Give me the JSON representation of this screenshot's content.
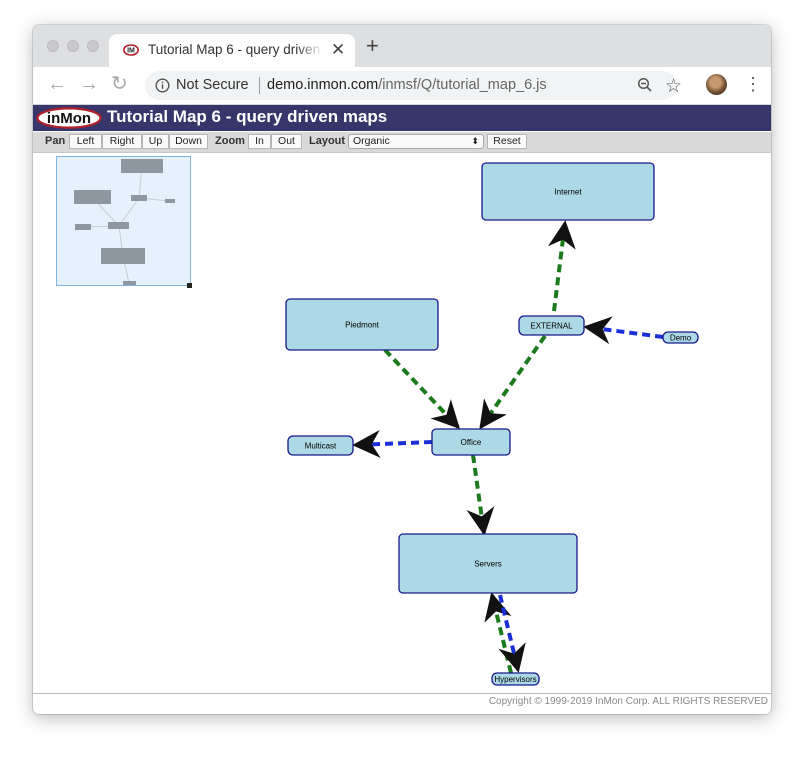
{
  "browser": {
    "tab_title": "Tutorial Map 6 - query driven maps",
    "security_label": "Not Secure",
    "url_host": "demo.inmon.com",
    "url_path": "/inmsf/Q/tutorial_map_6.js"
  },
  "header": {
    "logo_text": "inMon",
    "title": "Tutorial Map 6 - query driven maps"
  },
  "controls": {
    "pan_label": "Pan",
    "left": "Left",
    "right": "Right",
    "up": "Up",
    "down": "Down",
    "zoom_label": "Zoom",
    "zoom_in": "In",
    "zoom_out": "Out",
    "layout_label": "Layout",
    "layout_value": "Organic",
    "reset": "Reset"
  },
  "map": {
    "nodes": [
      {
        "id": "internet",
        "label": "Internet"
      },
      {
        "id": "piedmont",
        "label": "Piedmont"
      },
      {
        "id": "external",
        "label": "EXTERNAL"
      },
      {
        "id": "demo",
        "label": "Demo"
      },
      {
        "id": "multicast",
        "label": "Multicast"
      },
      {
        "id": "office",
        "label": "Office"
      },
      {
        "id": "servers",
        "label": "Servers"
      },
      {
        "id": "hypervisors",
        "label": "Hypervisors"
      }
    ],
    "colors": {
      "node_fill": "#add8e6",
      "node_stroke": "#1a1a8a",
      "edge_green": "#1b7a1b",
      "edge_blue": "#1a2fd6"
    }
  },
  "footer": {
    "copyright": "Copyright © 1999-2019 InMon Corp. ALL RIGHTS RESERVED"
  }
}
